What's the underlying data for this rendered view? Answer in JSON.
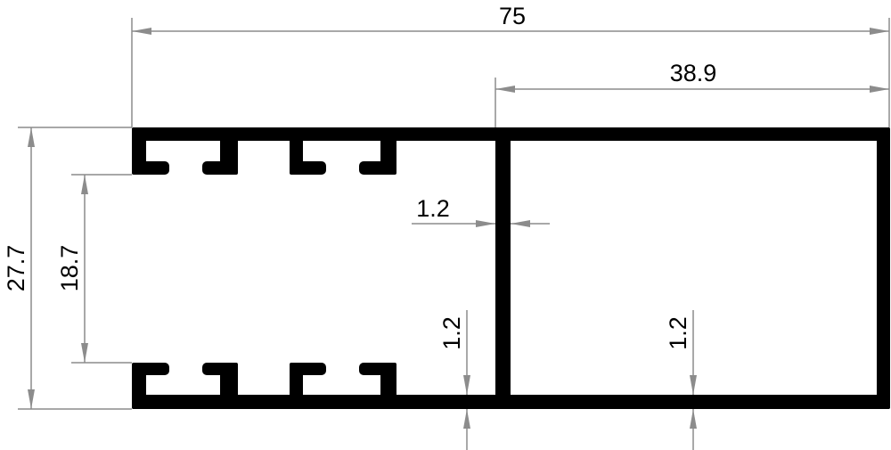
{
  "drawing": {
    "profile_color": "#000000",
    "dimension_color": "#8c8c8c",
    "dimensions": {
      "overall_width": "75",
      "right_chamber_width": "38.9",
      "overall_height": "27.7",
      "slot_spacing_height": "18.7",
      "middle_wall_thickness": "1.2",
      "bottom_wall_thickness_left": "1.2",
      "bottom_wall_thickness_right": "1.2"
    }
  }
}
